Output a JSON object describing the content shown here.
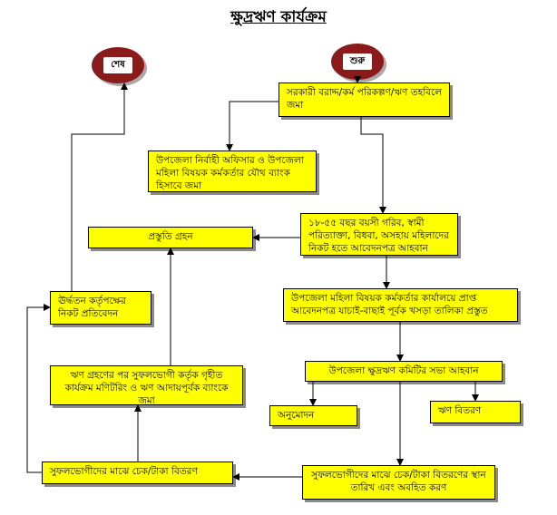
{
  "title": "ক্ষুদ্রঋণ কার্যক্রম",
  "terminals": {
    "start": "শুরু",
    "end": "শেষ"
  },
  "boxes": {
    "allocation": "সরকারী বরাদ্দ/কর্ম পরিকল্পণ/ঋণ তহবিলে জমা",
    "joint_account": "উপজেলা নির্বাহী অফিসার ও উপজেলা মহিলা বিষয়ক কর্মকর্তার যৌথ ব্যাংক হিসাবে জমা",
    "application": "১৮-৫৫ বছর বয়সী গরিব, স্বামী পরিত্যাক্তা, বিধবা, অসহায় মহিলাদের নিকট হতে আবেদনপত্র আহবান",
    "receive_approval": "প্রস্তুতি গ্রহন",
    "draft_list": "উপজেলা মহিলা বিষয়ক কর্মকর্তার কার্যালয়ে প্রাপ্ত আবেদনপত্র যাচাই-বাছাই পূর্বক খসড়া তালিকা প্রস্তুত",
    "committee_meeting": "উপজেলা ক্ষুদ্রঋণ কমিটির সভা আহবান",
    "approval": "অনুমোদন",
    "loan_distribution": "ঋণ বিতরণ",
    "schedule": "সুফলভোগীদের মাঝে চেক/টাকা বিতরণের স্থান তারিখ এবং অবহিত করণ",
    "cheque_distribution": "সুফলভোগীদের মাঝে চেক/টাকা বিতরণ",
    "monitoring": "ঋণ গ্রহণের পর সুফলভোগী কর্তৃক গৃহীত কার্যক্রম মণিটরিং ও ঋণ আদায়পূর্বক ব্যাংকে জমা",
    "report": "ঊর্দ্ধতন কর্তৃপক্ষের নিকট প্রতিবেদন"
  },
  "colors": {
    "box_fill": "#ffff00",
    "terminal_fill": "#8b1a1a",
    "line": "#000000"
  }
}
